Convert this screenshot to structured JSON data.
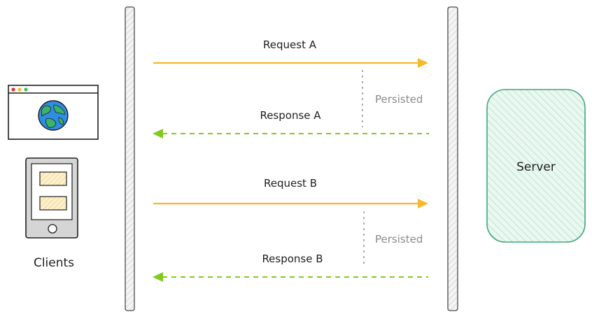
{
  "labels": {
    "request_a": "Request A",
    "response_a": "Response A",
    "request_b": "Request B",
    "response_b": "Response B",
    "persisted_a": "Persisted",
    "persisted_b": "Persisted",
    "server": "Server",
    "clients": "Clients"
  },
  "colors": {
    "request_arrow": "#f5b82e",
    "response_arrow": "#82c91e",
    "server_fill": "#c3ecd9",
    "server_stroke": "#3fa77a",
    "card_fill": "#fbe6b0",
    "globe": "#2f8de4",
    "land": "#3bb36b"
  },
  "icons": [
    "browser-window-icon",
    "globe-icon",
    "phone-icon"
  ]
}
